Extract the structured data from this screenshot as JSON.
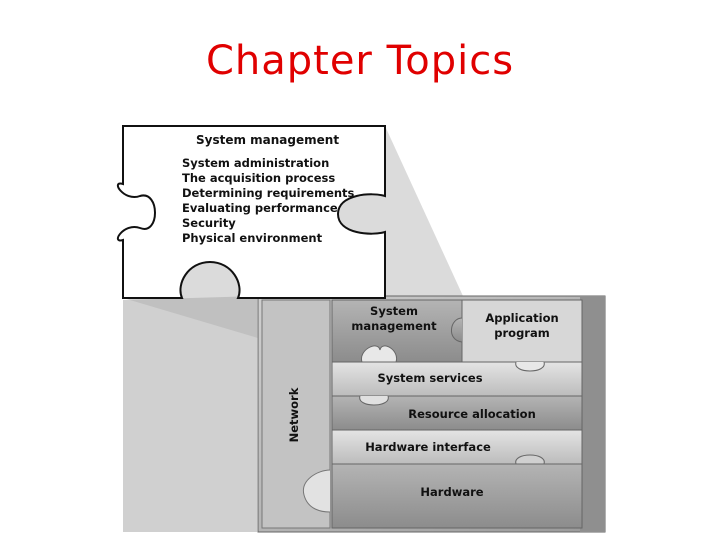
{
  "title": "Chapter Topics",
  "callout": {
    "heading": "System management",
    "items": [
      "System administration",
      "The acquisition process",
      "Determining requirements",
      "Evaluating performance",
      "Security",
      "Physical environment"
    ]
  },
  "puzzle": {
    "system_management_line1": "System",
    "system_management_line2": "management",
    "application_line1": "Application",
    "application_line2": "program",
    "system_services": "System services",
    "resource_allocation": "Resource allocation",
    "hardware_interface": "Hardware interface",
    "hardware": "Hardware",
    "network": "Network"
  }
}
